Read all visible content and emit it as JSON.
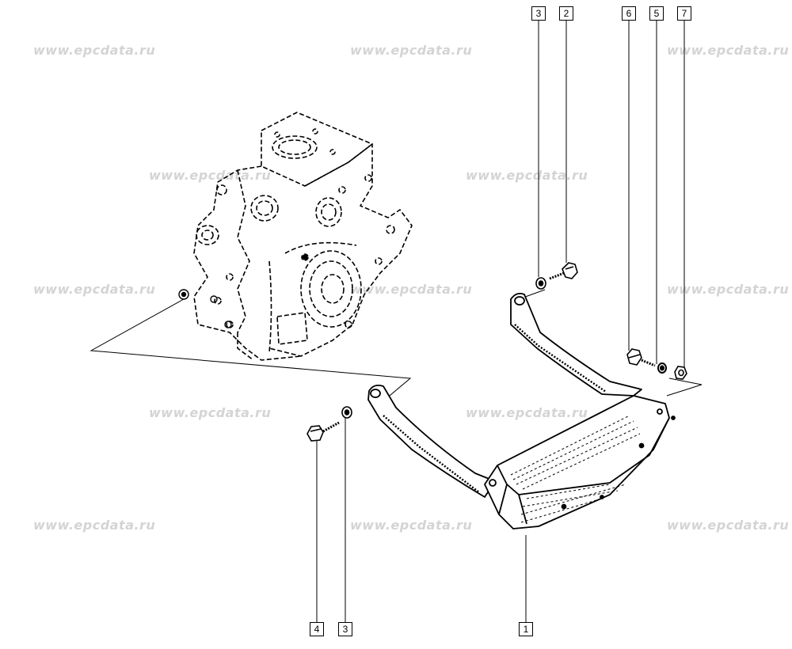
{
  "watermark": "www.epcdata.ru",
  "callouts": {
    "top": [
      "3",
      "2",
      "6",
      "5",
      "7"
    ],
    "bottom": [
      "4",
      "3",
      "1"
    ]
  }
}
